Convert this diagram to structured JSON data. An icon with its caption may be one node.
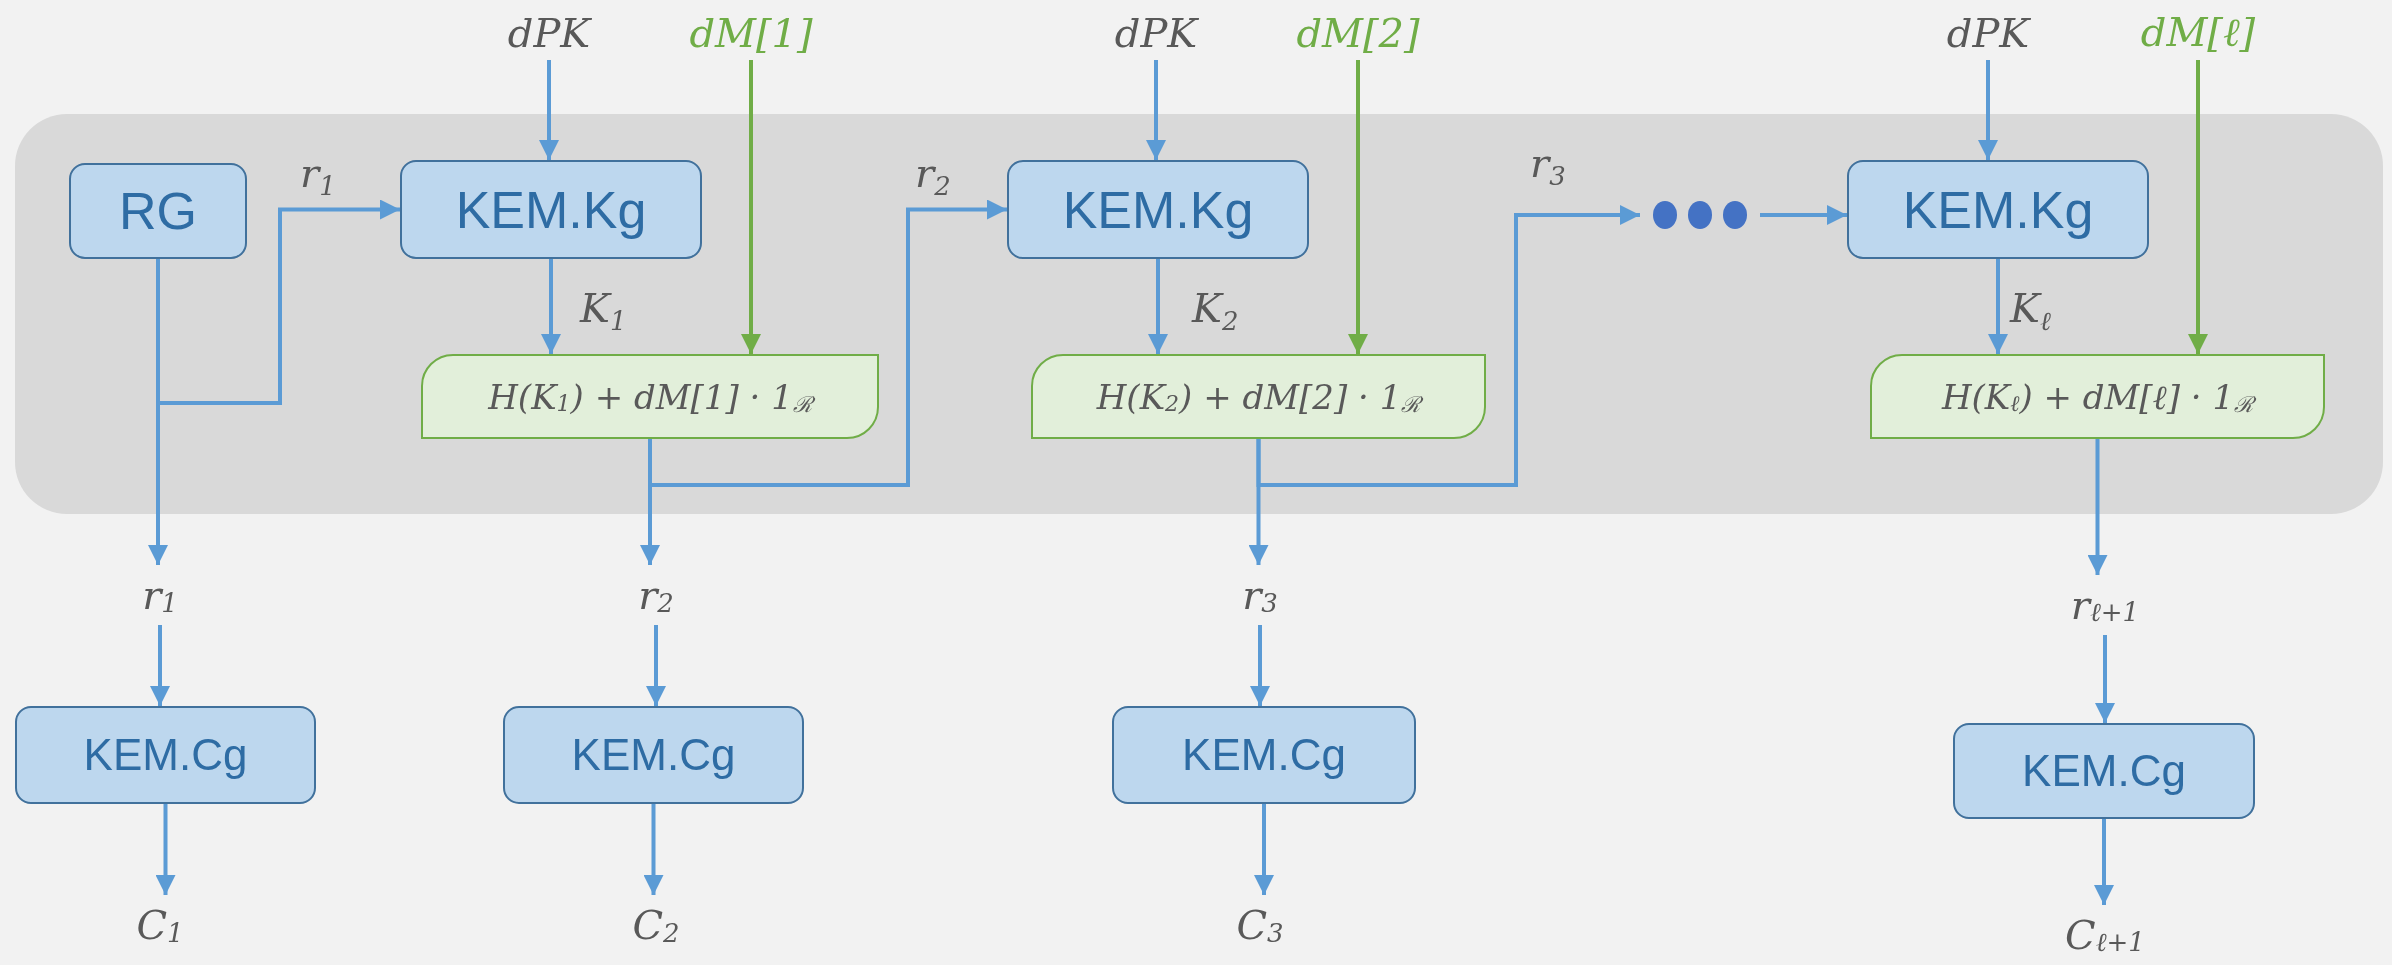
{
  "diagram": {
    "nodes": [
      {
        "text": [
          "dPK"
        ]
      },
      {
        "text": [
          "dM[1]"
        ]
      },
      {
        "text": [
          "dPK"
        ]
      },
      {
        "text": [
          "dM[2]"
        ]
      },
      {
        "text": [
          "dPK"
        ]
      },
      {
        "text": [
          "dM[ℓ]"
        ]
      },
      {
        "text": [],
        "shape": "box"
      },
      {
        "text": [
          "RG"
        ],
        "in": 6
      },
      {
        "text": [
          "KEM.Kg"
        ],
        "in": 6
      },
      {
        "text": [
          "KEM.Kg"
        ],
        "in": 6
      },
      {
        "text": [],
        "shape": "dots",
        "in": 6
      },
      {
        "text": [
          "KEM.Kg"
        ],
        "in": 6
      },
      {
        "text": [
          "H(K$_{1}$) + dM[1] · 1$_{ℛ}$"
        ],
        "in": 6
      },
      {
        "text": [
          "H(K$_{2}$) + dM[2] · 1$_{ℛ}$"
        ],
        "in": 6
      },
      {
        "text": [
          "H(K$_{ℓ}$) + dM[ℓ] · 1$_{ℛ}$"
        ],
        "in": 6
      },
      {
        "text": [
          "r$_{1}$"
        ]
      },
      {
        "text": [
          "r$_{2}$"
        ]
      },
      {
        "text": [
          "r$_{3}$"
        ]
      },
      {
        "text": [
          "r$_{ℓ+1}$"
        ]
      },
      {
        "text": [
          "KEM.Cg"
        ]
      },
      {
        "text": [
          "KEM.Cg"
        ]
      },
      {
        "text": [
          "KEM.Cg"
        ]
      },
      {
        "text": [
          "KEM.Cg"
        ]
      },
      {
        "text": [
          "C$_{1}$"
        ]
      },
      {
        "text": [
          "C$_{2}$"
        ]
      },
      {
        "text": [
          "C$_{3}$"
        ]
      },
      {
        "text": [
          "C$_{ℓ+1}$"
        ]
      }
    ],
    "edges": [
      {
        "from": 0,
        "to": 8,
        "arrow": "to"
      },
      {
        "from": 1,
        "to": 12,
        "arrow": "to",
        "color": "#70ad47"
      },
      {
        "from": 2,
        "to": 9,
        "arrow": "to"
      },
      {
        "from": 3,
        "to": 13,
        "arrow": "to",
        "color": "#70ad47"
      },
      {
        "from": 4,
        "to": 11,
        "arrow": "to"
      },
      {
        "from": 5,
        "to": 14,
        "arrow": "to",
        "color": "#70ad47"
      },
      {
        "from": 7,
        "to": 15,
        "arrow": "to"
      },
      {
        "from": 7,
        "to": 8,
        "arrow": "to",
        "label": "r$_{1}$"
      },
      {
        "from": 8,
        "to": 12,
        "arrow": "to",
        "label": "K$_{1}$"
      },
      {
        "from": 9,
        "to": 13,
        "arrow": "to",
        "label": "K$_{2}$"
      },
      {
        "from": 11,
        "to": 14,
        "arrow": "to",
        "label": "K$_{ℓ}$"
      },
      {
        "from": 12,
        "to": 16,
        "arrow": "to"
      },
      {
        "from": 12,
        "to": 9,
        "arrow": "to",
        "label": "r$_{2}$"
      },
      {
        "from": 13,
        "to": 17,
        "arrow": "to"
      },
      {
        "from": 13,
        "to": 10,
        "arrow": "to",
        "label": "r$_{3}$"
      },
      {
        "from": 10,
        "to": 11,
        "arrow": "to"
      },
      {
        "from": 14,
        "to": 18,
        "arrow": "to"
      },
      {
        "from": 15,
        "to": 19,
        "arrow": "to"
      },
      {
        "from": 16,
        "to": 20,
        "arrow": "to"
      },
      {
        "from": 17,
        "to": 21,
        "arrow": "to"
      },
      {
        "from": 18,
        "to": 22,
        "arrow": "to"
      },
      {
        "from": 19,
        "to": 23,
        "arrow": "to"
      },
      {
        "from": 20,
        "to": 24,
        "arrow": "to"
      },
      {
        "from": 21,
        "to": 25,
        "arrow": "to"
      },
      {
        "from": 22,
        "to": 26,
        "arrow": "to"
      }
    ]
  }
}
